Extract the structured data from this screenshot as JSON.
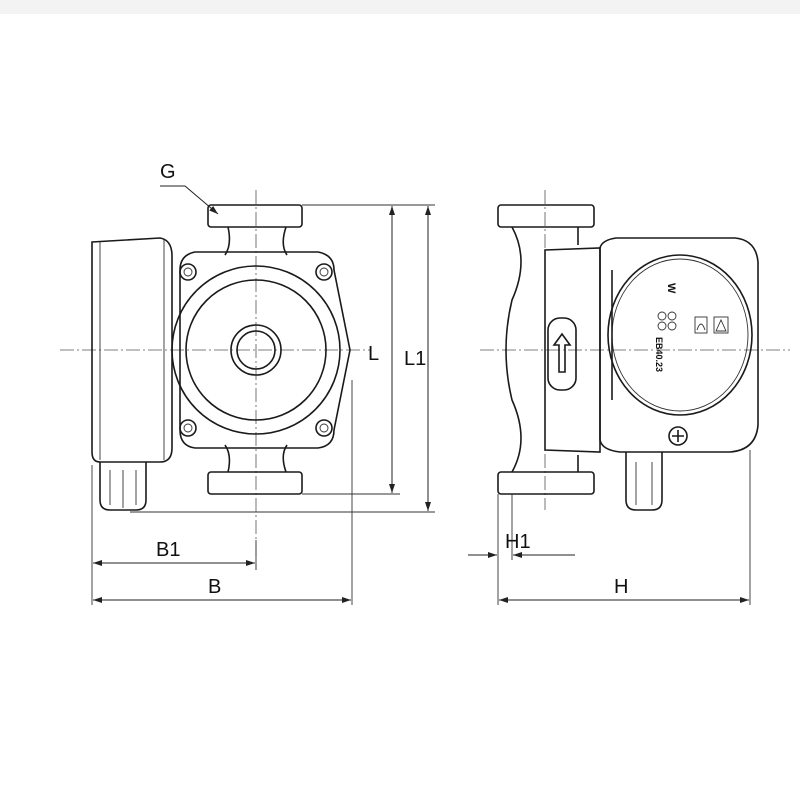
{
  "drawing": {
    "labels": {
      "thread": "G",
      "length": "L",
      "length_total": "L1",
      "width_partial": "B1",
      "width": "B",
      "height_partial": "H1",
      "height": "H"
    },
    "nameplate": {
      "unit": "W",
      "model": "EB40.23"
    }
  }
}
